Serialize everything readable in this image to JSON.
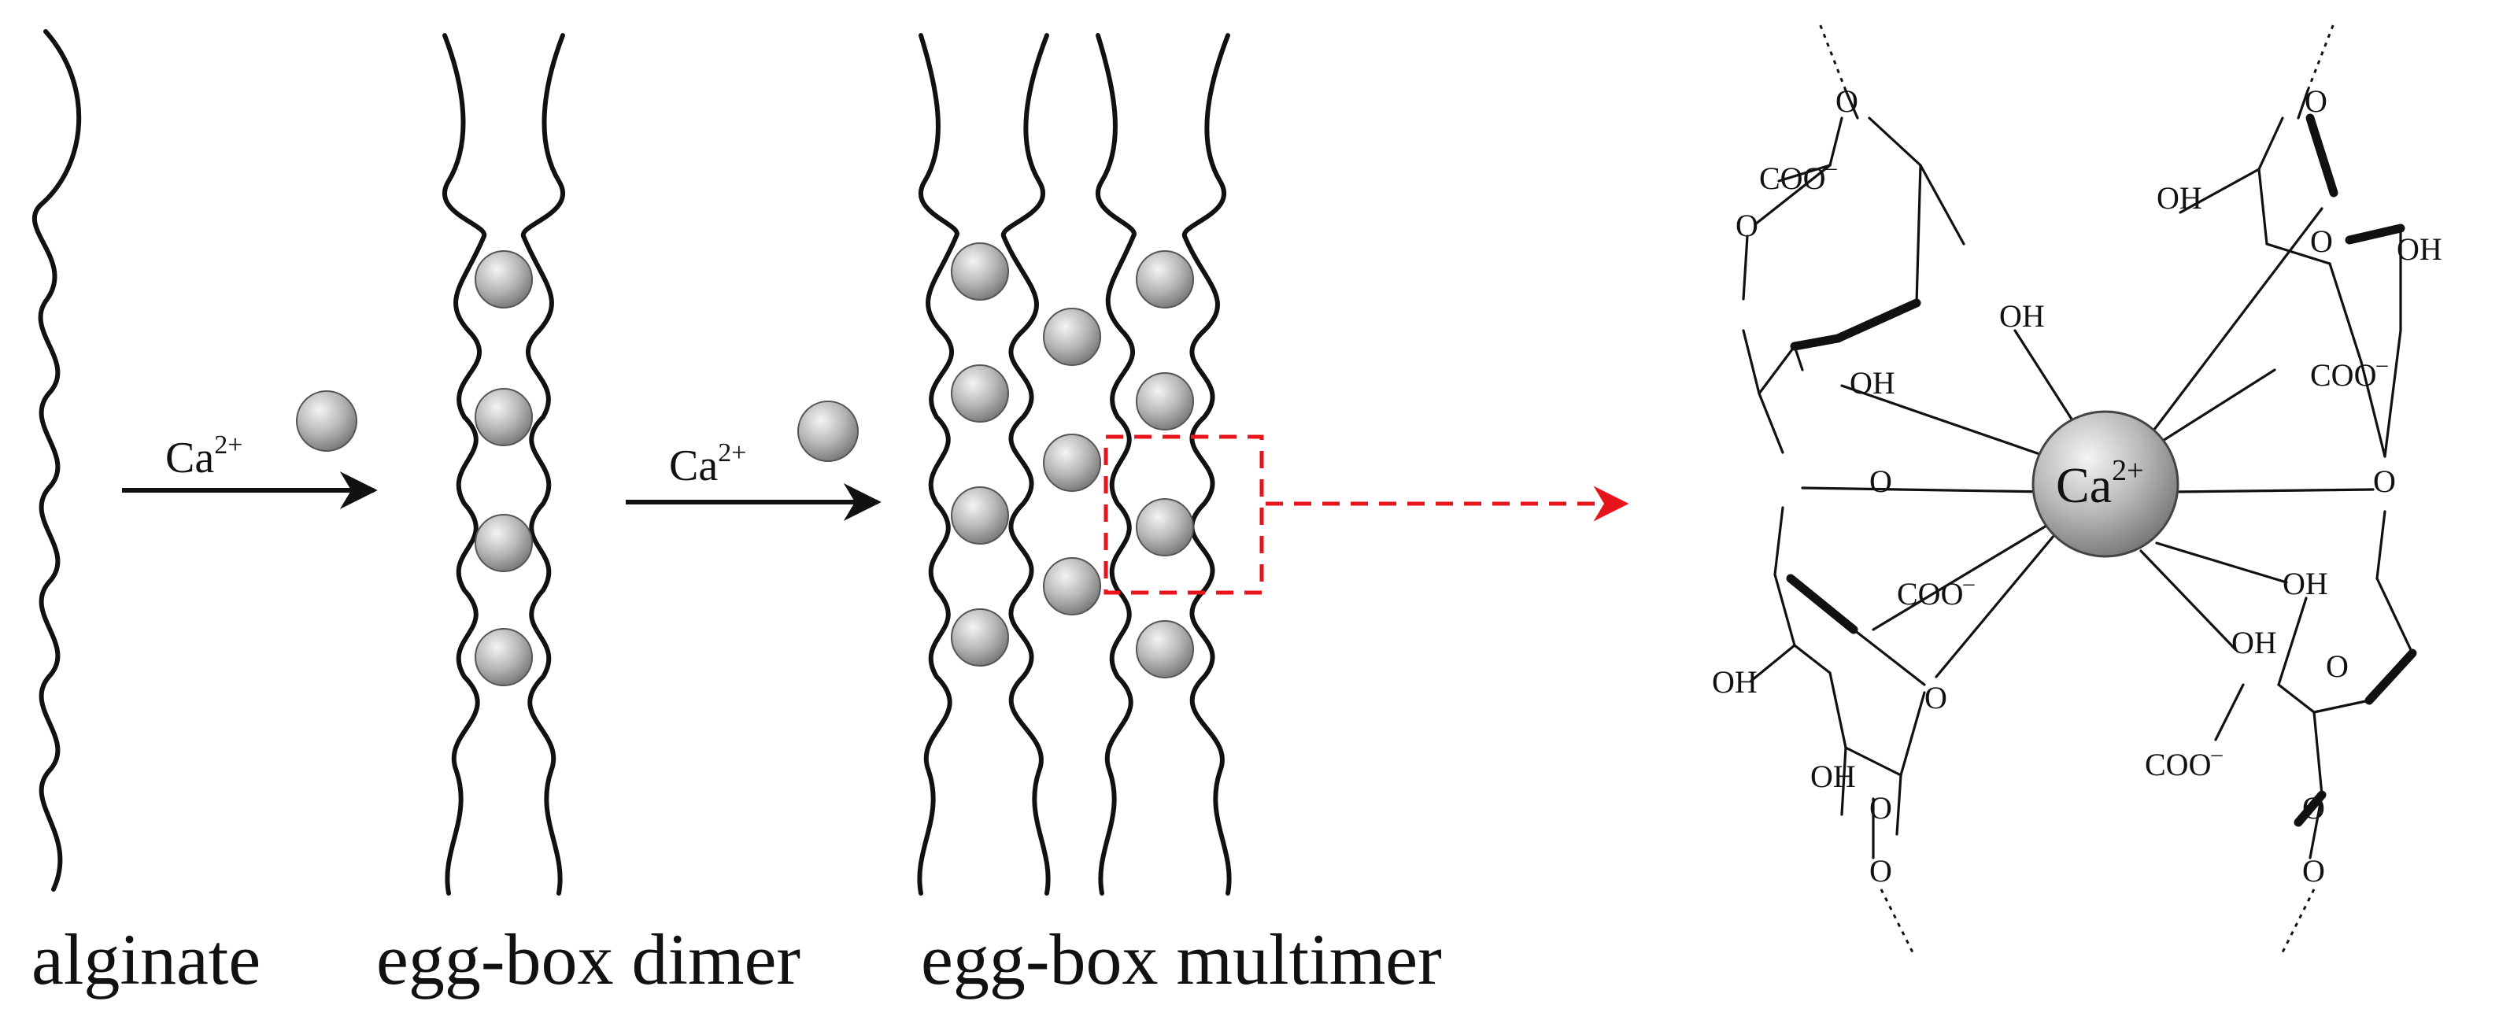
{
  "stages": [
    {
      "label": "alginate"
    },
    {
      "label": "egg-box dimer"
    },
    {
      "label": "egg-box multimer"
    }
  ],
  "arrows": [
    {
      "ion_base": "Ca",
      "ion_charge": "2+"
    },
    {
      "ion_base": "Ca",
      "ion_charge": "2+"
    }
  ],
  "center_ion": {
    "base": "Ca",
    "charge": "2+"
  },
  "atoms": {
    "coo": "COO",
    "minus": "–",
    "oh": "OH",
    "o": "O"
  },
  "colors": {
    "ink": "#111111",
    "ion_fill": "#a8a8a8",
    "highlight": "#e8141b"
  }
}
